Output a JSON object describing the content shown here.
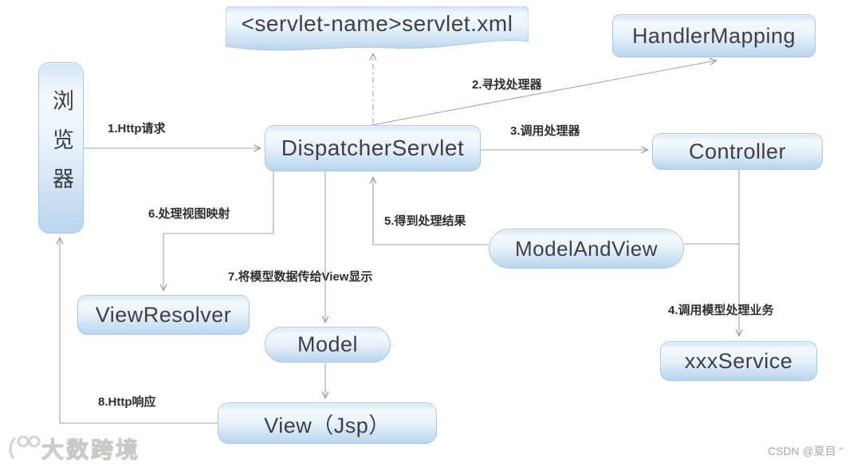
{
  "diagram": {
    "nodes": {
      "browser": {
        "label": "浏览器"
      },
      "servlet_xml": {
        "label": "<servlet-name>servlet.xml"
      },
      "handler_mapping": {
        "label": "HandlerMapping"
      },
      "dispatcher_servlet": {
        "label": "DispatcherServlet"
      },
      "controller": {
        "label": "Controller"
      },
      "model_and_view": {
        "label": "ModelAndView"
      },
      "view_resolver": {
        "label": "ViewResolver"
      },
      "model": {
        "label": "Model"
      },
      "view_jsp": {
        "label": "View（Jsp）"
      },
      "xxx_service": {
        "label": "xxxService"
      }
    },
    "edges": [
      {
        "label": "1.Http请求"
      },
      {
        "label": "2.寻找处理器"
      },
      {
        "label": "3.调用处理器"
      },
      {
        "label": "4.调用模型处理业务"
      },
      {
        "label": "5.得到处理结果"
      },
      {
        "label": "6.处理视图映射"
      },
      {
        "label": "7.将模型数据传给View显示"
      },
      {
        "label": "8.Http响应"
      }
    ],
    "colors": {
      "node_fill_top": "#f4f9fd",
      "node_fill_bottom": "#b9d5ef",
      "node_border": "#a6c8e4",
      "node_text": "#3f4045",
      "connector": "#a3a3a3",
      "edge_label_text": "#2f2f2f",
      "watermark_gray": "#a8a8a8"
    }
  },
  "watermarks": {
    "bottom_left": "大数跨境",
    "bottom_right": "CSDN @夏目 \""
  }
}
